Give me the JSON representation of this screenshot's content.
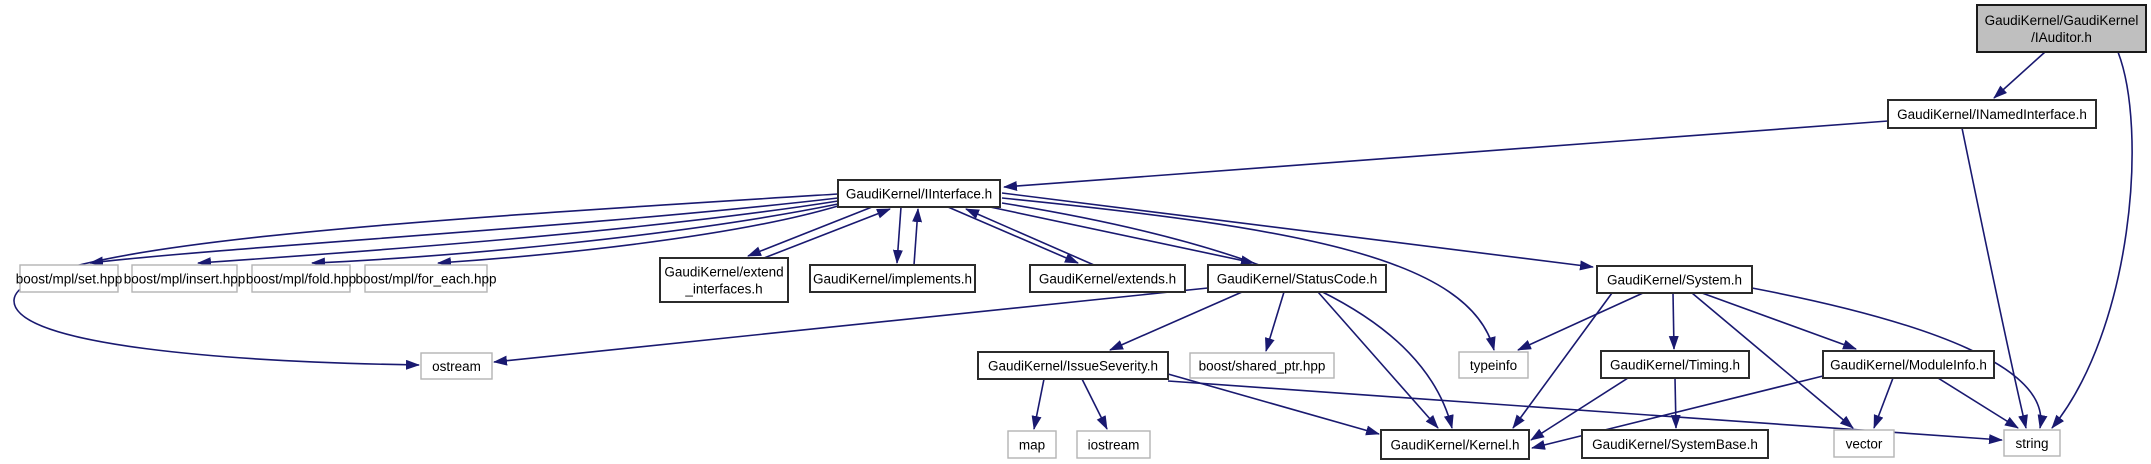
{
  "diagram": {
    "kind": "include-dependency-graph",
    "root_file": "GaudiKernel/GaudiKernel/IAuditor.h",
    "colors": {
      "edge": "#191970",
      "project_border": "#2b2b2b",
      "external_border": "#b4b4b4",
      "root_fill": "#bfbfbf",
      "node_fill": "#ffffff",
      "text": "#000000"
    },
    "nodes": [
      {
        "id": "iauditor",
        "label": "GaudiKernel/GaudiKernel\n/IAuditor.h",
        "kind": "root"
      },
      {
        "id": "inamed",
        "label": "GaudiKernel/INamedInterface.h",
        "kind": "project"
      },
      {
        "id": "iinterface",
        "label": "GaudiKernel/IInterface.h",
        "kind": "project"
      },
      {
        "id": "set",
        "label": "boost/mpl/set.hpp",
        "kind": "external"
      },
      {
        "id": "insert",
        "label": "boost/mpl/insert.hpp",
        "kind": "external"
      },
      {
        "id": "fold",
        "label": "boost/mpl/fold.hpp",
        "kind": "external"
      },
      {
        "id": "foreach",
        "label": "boost/mpl/for_each.hpp",
        "kind": "external"
      },
      {
        "id": "extend",
        "label": "GaudiKernel/extend\n_interfaces.h",
        "kind": "project"
      },
      {
        "id": "implements",
        "label": "GaudiKernel/implements.h",
        "kind": "project"
      },
      {
        "id": "extends",
        "label": "GaudiKernel/extends.h",
        "kind": "project"
      },
      {
        "id": "statuscode",
        "label": "GaudiKernel/StatusCode.h",
        "kind": "project"
      },
      {
        "id": "system",
        "label": "GaudiKernel/System.h",
        "kind": "project"
      },
      {
        "id": "ostream",
        "label": "ostream",
        "kind": "external"
      },
      {
        "id": "issueseverity",
        "label": "GaudiKernel/IssueSeverity.h",
        "kind": "project"
      },
      {
        "id": "sharedptr",
        "label": "boost/shared_ptr.hpp",
        "kind": "external"
      },
      {
        "id": "typeinfo",
        "label": "typeinfo",
        "kind": "external"
      },
      {
        "id": "timing",
        "label": "GaudiKernel/Timing.h",
        "kind": "project"
      },
      {
        "id": "moduleinfo",
        "label": "GaudiKernel/ModuleInfo.h",
        "kind": "project"
      },
      {
        "id": "map",
        "label": "map",
        "kind": "external"
      },
      {
        "id": "iostream",
        "label": "iostream",
        "kind": "external"
      },
      {
        "id": "kernel",
        "label": "GaudiKernel/Kernel.h",
        "kind": "project"
      },
      {
        "id": "systembase",
        "label": "GaudiKernel/SystemBase.h",
        "kind": "project"
      },
      {
        "id": "vector",
        "label": "vector",
        "kind": "external"
      },
      {
        "id": "string",
        "label": "string",
        "kind": "external"
      }
    ],
    "edges": [
      {
        "from": "iauditor",
        "to": "inamed"
      },
      {
        "from": "iauditor",
        "to": "string"
      },
      {
        "from": "inamed",
        "to": "iinterface"
      },
      {
        "from": "inamed",
        "to": "string"
      },
      {
        "from": "iinterface",
        "to": "set"
      },
      {
        "from": "iinterface",
        "to": "insert"
      },
      {
        "from": "iinterface",
        "to": "fold"
      },
      {
        "from": "iinterface",
        "to": "foreach"
      },
      {
        "from": "iinterface",
        "to": "extend"
      },
      {
        "from": "extend",
        "to": "iinterface"
      },
      {
        "from": "iinterface",
        "to": "implements"
      },
      {
        "from": "implements",
        "to": "iinterface"
      },
      {
        "from": "iinterface",
        "to": "extends"
      },
      {
        "from": "extends",
        "to": "iinterface"
      },
      {
        "from": "iinterface",
        "to": "statuscode"
      },
      {
        "from": "iinterface",
        "to": "system"
      },
      {
        "from": "iinterface",
        "to": "typeinfo"
      },
      {
        "from": "iinterface",
        "to": "kernel"
      },
      {
        "from": "iinterface",
        "to": "ostream"
      },
      {
        "from": "statuscode",
        "to": "issueseverity"
      },
      {
        "from": "statuscode",
        "to": "sharedptr"
      },
      {
        "from": "statuscode",
        "to": "ostream"
      },
      {
        "from": "statuscode",
        "to": "kernel"
      },
      {
        "from": "issueseverity",
        "to": "map"
      },
      {
        "from": "issueseverity",
        "to": "iostream"
      },
      {
        "from": "issueseverity",
        "to": "kernel"
      },
      {
        "from": "issueseverity",
        "to": "string"
      },
      {
        "from": "system",
        "to": "typeinfo"
      },
      {
        "from": "system",
        "to": "timing"
      },
      {
        "from": "system",
        "to": "moduleinfo"
      },
      {
        "from": "system",
        "to": "kernel"
      },
      {
        "from": "system",
        "to": "vector"
      },
      {
        "from": "system",
        "to": "string"
      },
      {
        "from": "timing",
        "to": "kernel"
      },
      {
        "from": "timing",
        "to": "systembase"
      },
      {
        "from": "moduleinfo",
        "to": "vector"
      },
      {
        "from": "moduleinfo",
        "to": "string"
      },
      {
        "from": "moduleinfo",
        "to": "kernel"
      }
    ]
  }
}
